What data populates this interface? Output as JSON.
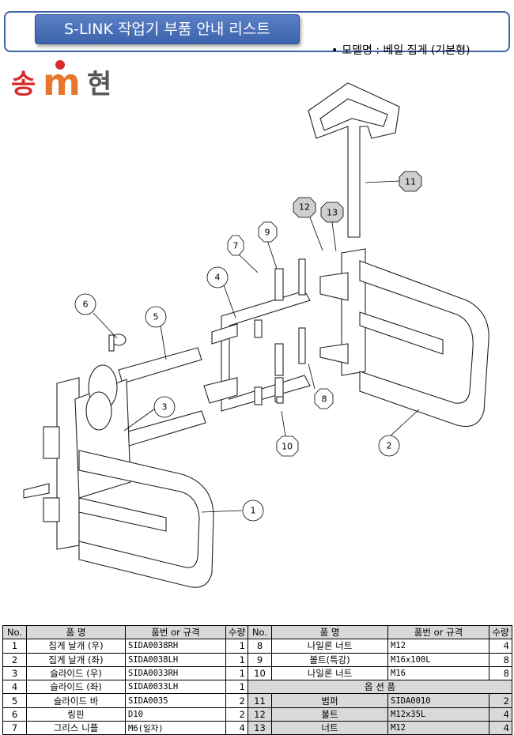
{
  "header": {
    "title": "S-LINK 작업기 부품 안내 리스트",
    "model_label": "모델명 : 베일 집게 (기본형)"
  },
  "logo": {
    "text_left": "송",
    "text_mid": "m",
    "text_right": "현",
    "colors": {
      "red": "#d62c2c",
      "orange": "#e8772b",
      "gray": "#555555"
    }
  },
  "callouts": [
    "1",
    "2",
    "3",
    "4",
    "5",
    "6",
    "7",
    "8",
    "9",
    "10",
    "11",
    "12",
    "13"
  ],
  "table": {
    "headers": [
      "No.",
      "품  명",
      "품번 or 규격",
      "수량",
      "No.",
      "품  명",
      "품번 or 규격",
      "수량"
    ],
    "left_rows": [
      {
        "no": "1",
        "name": "집게 날개 (우)",
        "code": "SIDA0038RH",
        "qty": "1"
      },
      {
        "no": "2",
        "name": "집게 날개 (좌)",
        "code": "SIDA0038LH",
        "qty": "1"
      },
      {
        "no": "3",
        "name": "슬라이드 (우)",
        "code": "SIDA0033RH",
        "qty": "1"
      },
      {
        "no": "4",
        "name": "슬라이드 (좌)",
        "code": "SIDA0033LH",
        "qty": "1"
      },
      {
        "no": "5",
        "name": "슬라이드 바",
        "code": "SIDA0035",
        "qty": "2"
      },
      {
        "no": "6",
        "name": "링핀",
        "code": "D10",
        "qty": "2"
      },
      {
        "no": "7",
        "name": "그리스 니플",
        "code": "M6(일자)",
        "qty": "4"
      }
    ],
    "right_rows": [
      {
        "no": "8",
        "name": "나일론 너트",
        "code": "M12",
        "qty": "4"
      },
      {
        "no": "9",
        "name": "볼트(특강)",
        "code": "M16x100L",
        "qty": "8"
      },
      {
        "no": "10",
        "name": "나일론 너트",
        "code": "M16",
        "qty": "8"
      }
    ],
    "option_label": "옵   션   품",
    "option_rows": [
      {
        "no": "11",
        "name": "범퍼",
        "code": "SIDA0010",
        "qty": "2"
      },
      {
        "no": "12",
        "name": "볼트",
        "code": "M12x35L",
        "qty": "4"
      },
      {
        "no": "13",
        "name": "너트",
        "code": "M12",
        "qty": "4"
      }
    ]
  }
}
